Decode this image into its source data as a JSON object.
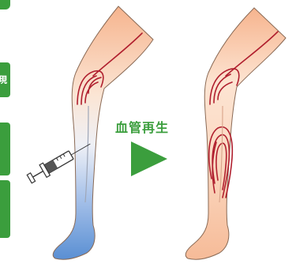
{
  "colors": {
    "accent": "#3b9e3d",
    "skin": "#f7b894",
    "vein": "#b01f2e",
    "bruise": "#5a8fd3"
  },
  "side_tabs": [
    {
      "label": ""
    },
    {
      "label": "現"
    },
    {
      "label": ""
    },
    {
      "label": ""
    }
  ],
  "arrow": {
    "label": "血管再生",
    "icon": "right-triangle-arrow"
  },
  "syringe": {
    "icon": "syringe-icon"
  }
}
